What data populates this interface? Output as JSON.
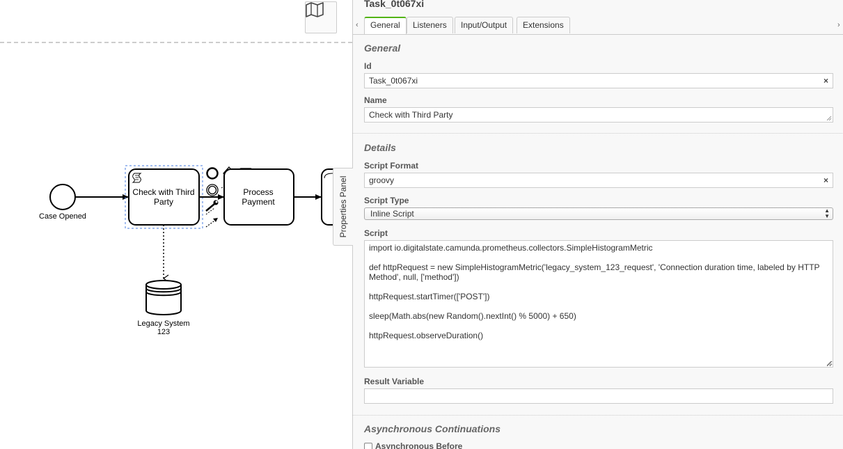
{
  "canvas": {
    "minimap_icon": "map-icon",
    "start_event": {
      "label": "Case Opened"
    },
    "task_check": {
      "label_line1": "Check with Third",
      "label_line2": "Party"
    },
    "task_payment": {
      "label_line1": "Process",
      "label_line2": "Payment"
    },
    "datastore": {
      "label_line1": "Legacy System",
      "label_line2": "123"
    },
    "properties_toggle": "Properties Panel"
  },
  "panel": {
    "title": "Task_0t067xi",
    "tabs": [
      "General",
      "Listeners",
      "Input/Output",
      "Extensions"
    ],
    "active_tab": "General",
    "groups": {
      "general": {
        "title": "General",
        "id_label": "Id",
        "id_value": "Task_0t067xi",
        "name_label": "Name",
        "name_value": "Check with Third Party"
      },
      "details": {
        "title": "Details",
        "script_format_label": "Script Format",
        "script_format_value": "groovy",
        "script_type_label": "Script Type",
        "script_type_value": "Inline Script",
        "script_label": "Script",
        "script_lines": [
          "import io.digitalstate.camunda.prometheus.collectors.SimpleHistogramMetric",
          "",
          "def httpRequest = new SimpleHistogramMetric('legacy_system_123_request', 'Connection duration time, labeled by HTTP",
          "Method', null, ['method'])",
          "",
          "httpRequest.startTimer(['POST'])",
          "",
          "sleep(Math.abs(new Random().nextInt() % 5000) + 650)",
          "",
          "httpRequest.observeDuration()"
        ],
        "result_variable_label": "Result Variable",
        "result_variable_value": ""
      },
      "async": {
        "title": "Asynchronous Continuations",
        "before_label": "Asynchronous Before"
      }
    },
    "clear_symbol": "×",
    "tab_scroll_left": "‹",
    "tab_scroll_right": "›"
  }
}
